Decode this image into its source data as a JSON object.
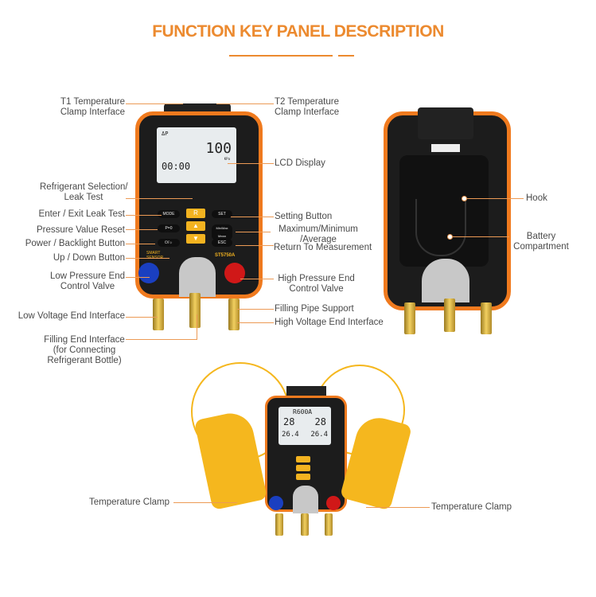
{
  "title": "FUNCTION KEY PANEL DESCRIPTION",
  "front_labels": {
    "t1": "T1 Temperature\nClamp Interface",
    "t2": "T2 Temperature\nClamp Interface",
    "lcd": "LCD Display",
    "refrig": "Refrigerant Selection/\nLeak Test",
    "enter": "Enter / Exit Leak Test",
    "reset": "Pressure Value Reset",
    "power": "Power / Backlight Button",
    "updown": "Up / Down Button",
    "lowvalve": "Low Pressure End\nControl Valve",
    "lowiface": "Low Voltage End Interface",
    "filling": "Filling End Interface\n(for Connecting\nRefrigerant Bottle)",
    "setting": "Setting Button",
    "maxmin": "Maximum/Minimum\n/Average",
    "esc": "Return To Measurement",
    "highvalve": "High Pressure End\nControl Valve",
    "pipe": "Filling Pipe Support",
    "highiface": "High Voltage End Interface"
  },
  "back_labels": {
    "hook": "Hook",
    "battery": "Battery\nCompartment"
  },
  "bottom_labels": {
    "clamp_left": "Temperature Clamp",
    "clamp_right": "Temperature Clamp"
  },
  "device": {
    "brand": "SMART SENSOR",
    "model": "ST5750A",
    "screen_top": "ΔP",
    "screen_value": "100",
    "screen_unit": "KPa",
    "screen_timer": "00:00",
    "btn_mode": "MODE",
    "btn_p0": "P=0",
    "btn_power": "⏻/☼",
    "btn_set": "SET",
    "btn_minmax": "Min/Max Mean",
    "btn_esc": "ESC"
  },
  "device2": {
    "refrigerant": "R600A",
    "p1": "28",
    "p2": "28",
    "t1": "26.4",
    "t2": "26.4"
  }
}
